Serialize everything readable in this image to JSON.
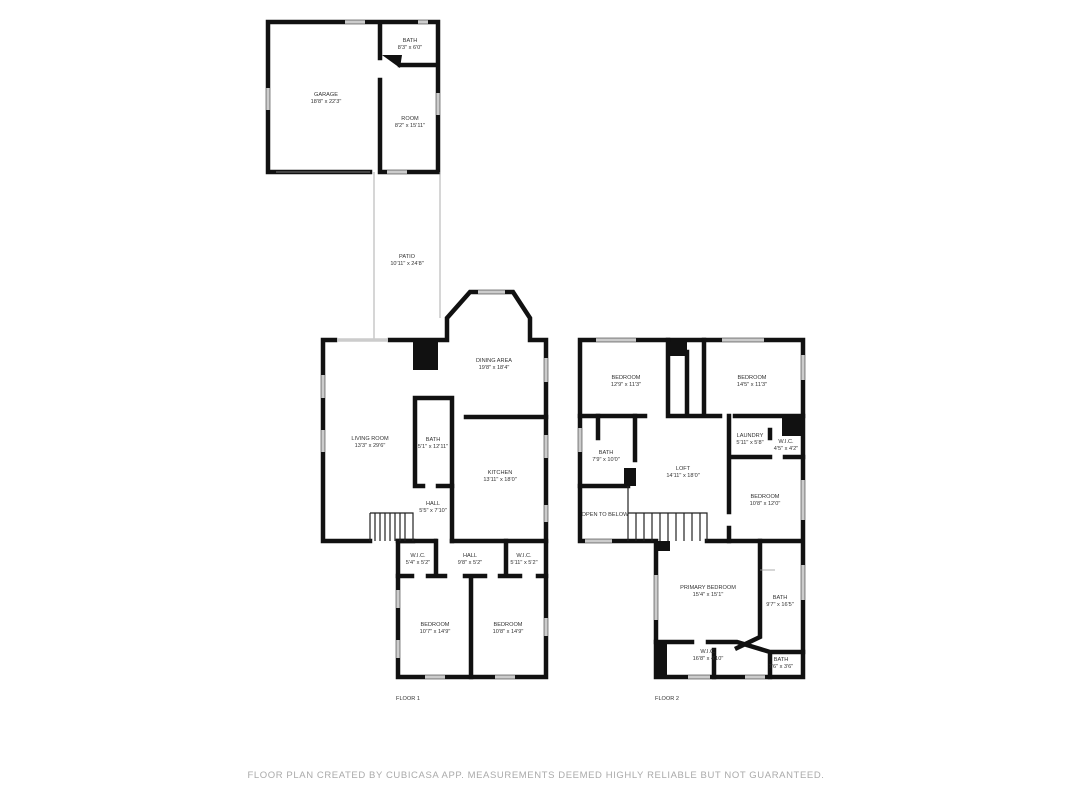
{
  "garage_building": {
    "garage": {
      "name": "GARAGE",
      "dims": "18'8\" x 22'3\""
    },
    "bath": {
      "name": "BATH",
      "dims": "8'3\" x 6'0\""
    },
    "room": {
      "name": "ROOM",
      "dims": "8'2\" x 15'11\""
    }
  },
  "patio": {
    "name": "PATIO",
    "dims": "10'11\" x 24'8\""
  },
  "floor1": {
    "label": "FLOOR 1",
    "rooms": [
      {
        "name": "DINING AREA",
        "dims": "19'8\" x 18'4\""
      },
      {
        "name": "LIVING ROOM",
        "dims": "13'3\" x 29'6\""
      },
      {
        "name": "BATH",
        "dims": "5'1\" x 12'11\""
      },
      {
        "name": "KITCHEN",
        "dims": "13'11\" x 18'0\""
      },
      {
        "name": "HALL",
        "dims": "5'5\" x 7'10\""
      },
      {
        "name": "W.I.C.",
        "dims": "5'4\" x 5'2\""
      },
      {
        "name": "HALL",
        "dims": "9'8\" x 5'2\""
      },
      {
        "name": "W.I.C.",
        "dims": "5'11\" x 5'2\""
      },
      {
        "name": "BEDROOM",
        "dims": "10'7\" x 14'9\""
      },
      {
        "name": "BEDROOM",
        "dims": "10'8\" x 14'9\""
      }
    ]
  },
  "floor2": {
    "label": "FLOOR 2",
    "open_to_below": "OPEN TO BELOW",
    "rooms": [
      {
        "name": "BEDROOM",
        "dims": "12'9\" x 11'3\""
      },
      {
        "name": "BEDROOM",
        "dims": "14'5\" x 11'3\""
      },
      {
        "name": "BATH",
        "dims": "7'9\" x 10'0\""
      },
      {
        "name": "LOFT",
        "dims": "14'11\" x 18'0\""
      },
      {
        "name": "LAUNDRY",
        "dims": "5'11\" x 5'8\""
      },
      {
        "name": "W.I.C.",
        "dims": "4'5\" x 4'2\""
      },
      {
        "name": "BEDROOM",
        "dims": "10'8\" x 12'0\""
      },
      {
        "name": "PRIMARY BEDROOM",
        "dims": "15'4\" x 15'1\""
      },
      {
        "name": "BATH",
        "dims": "9'7\" x 16'5\""
      },
      {
        "name": "W.I.C.",
        "dims": "16'8\" x 4'10\""
      },
      {
        "name": "BATH",
        "dims": "7'6\" x 3'6\""
      }
    ]
  },
  "footer": "FLOOR PLAN CREATED BY CUBICASA APP. MEASUREMENTS DEEMED HIGHLY RELIABLE BUT NOT GUARANTEED."
}
